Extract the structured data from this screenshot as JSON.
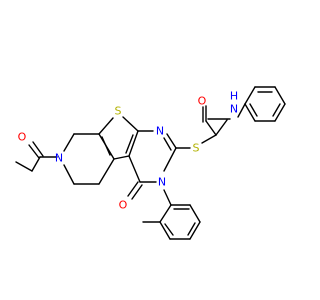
{
  "molecule": {
    "atoms": [
      {
        "id": "O_acetyl",
        "label": "O",
        "color": "#ff0000"
      },
      {
        "id": "N_ring",
        "label": "N",
        "color": "#0000ff"
      },
      {
        "id": "S_thio",
        "label": "S",
        "color": "#b2b200"
      },
      {
        "id": "N_pyr",
        "label": "N",
        "color": "#0000ff"
      },
      {
        "id": "S_link",
        "label": "S",
        "color": "#b2b200"
      },
      {
        "id": "O_amide",
        "label": "O",
        "color": "#ff0000"
      },
      {
        "id": "N_amide",
        "label": "N",
        "color": "#0000ff"
      },
      {
        "id": "H_amide",
        "label": "H",
        "color": "#0000ff"
      },
      {
        "id": "N_core",
        "label": "N",
        "color": "#0000ff"
      },
      {
        "id": "O_keto",
        "label": "O",
        "color": "#ff0000"
      }
    ],
    "bond_color": "#000000"
  }
}
